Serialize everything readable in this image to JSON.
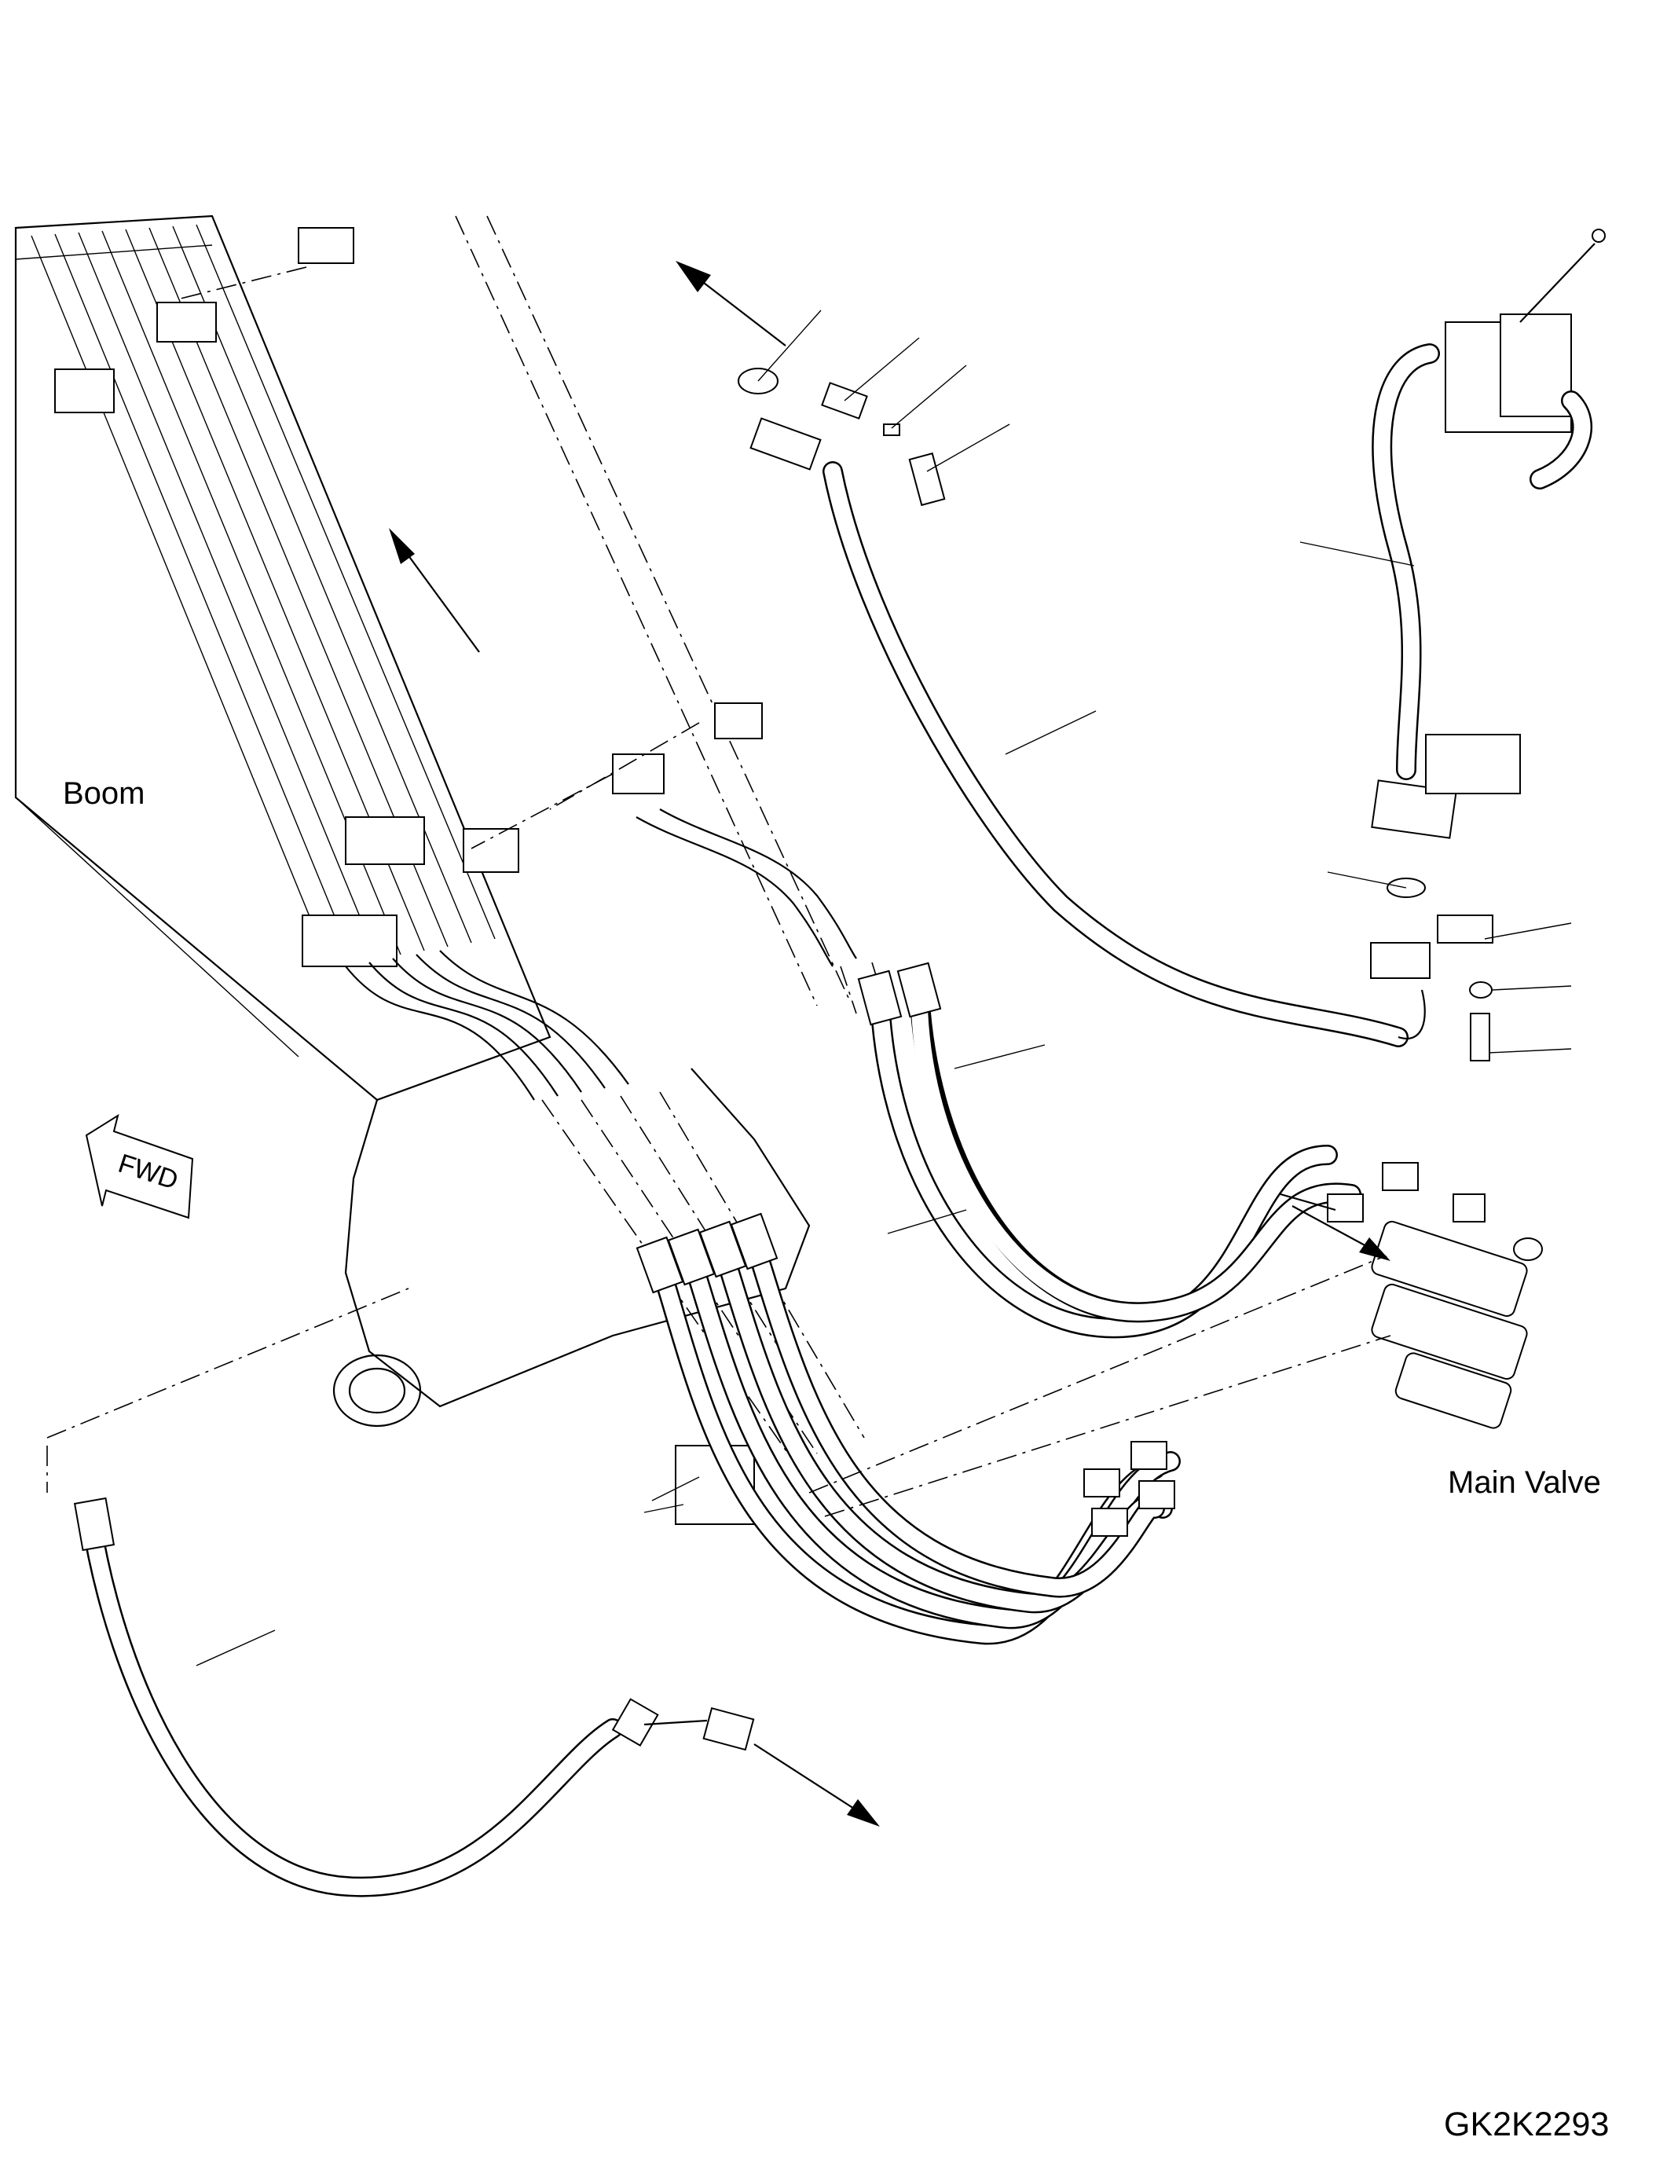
{
  "labels": {
    "boom": "Boom",
    "main_valve": "Main Valve",
    "fwd": "FWD",
    "drawing_code": "GK2K2293"
  },
  "icons": [
    "direction-arrow-icon",
    "fwd-arrow-icon"
  ]
}
